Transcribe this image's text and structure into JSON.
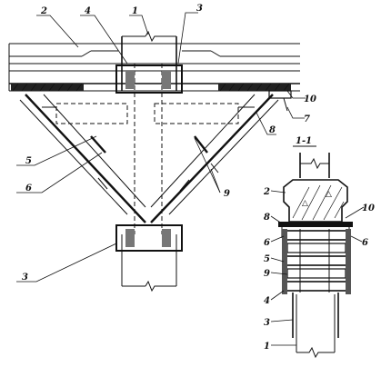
{
  "labels": {
    "l2": "2",
    "l4": "4",
    "l1": "1",
    "l3top": "3",
    "l10": "10",
    "l7": "7",
    "l8": "8",
    "l5": "5",
    "l6": "6",
    "l9": "9",
    "l3bot": "3"
  },
  "section": {
    "title": "1-1",
    "labels": {
      "s2": "2",
      "s8": "8",
      "s10": "10",
      "s6l": "6",
      "s6r": "6",
      "s5": "5",
      "s9": "9",
      "s4": "4",
      "s3": "3",
      "s1": "1"
    }
  }
}
